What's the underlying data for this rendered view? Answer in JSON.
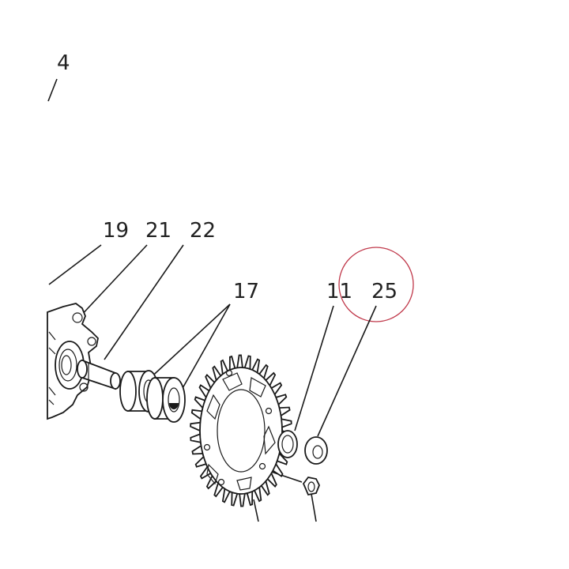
{
  "diagram": {
    "callouts": [
      {
        "id": "c4",
        "text": "4"
      },
      {
        "id": "c19",
        "text": "19"
      },
      {
        "id": "c21",
        "text": "21"
      },
      {
        "id": "c22",
        "text": "22"
      },
      {
        "id": "c17",
        "text": "17"
      },
      {
        "id": "c11",
        "text": "11"
      },
      {
        "id": "c25",
        "text": "25"
      }
    ],
    "highlight": {
      "target": "25",
      "color": "#c0394b"
    }
  }
}
